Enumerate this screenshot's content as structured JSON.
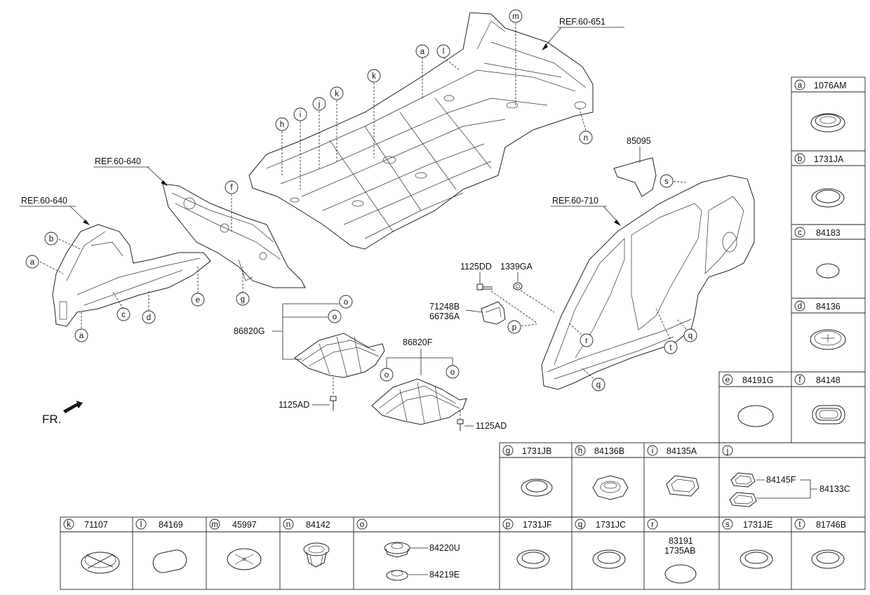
{
  "diagram": {
    "refs": [
      "REF.60-651",
      "REF.60-640",
      "REF.60-640",
      "REF.60-710"
    ],
    "orientation": "FR.",
    "callouts": [
      "a",
      "b",
      "c",
      "d",
      "e",
      "f",
      "g",
      "h",
      "i",
      "j",
      "k",
      "k",
      "l",
      "m",
      "n",
      "o",
      "o",
      "o",
      "p",
      "q",
      "q",
      "r",
      "s",
      "t"
    ],
    "part_labels": {
      "p85095": "85095",
      "p1125DD": "1125DD",
      "p1339GA": "1339GA",
      "p71248B": "71248B",
      "p66736A": "66736A",
      "p86820G": "86820G",
      "p86820F": "86820F",
      "p1125AD_a": "1125AD",
      "p1125AD_b": "1125AD"
    }
  },
  "legend": {
    "a": {
      "letter": "a",
      "part": "1076AM"
    },
    "b": {
      "letter": "b",
      "part": "1731JA"
    },
    "c": {
      "letter": "c",
      "part": "84183"
    },
    "d": {
      "letter": "d",
      "part": "84136"
    },
    "e": {
      "letter": "e",
      "part": "84191G"
    },
    "f": {
      "letter": "f",
      "part": "84148"
    },
    "g": {
      "letter": "g",
      "part": "1731JB"
    },
    "h": {
      "letter": "h",
      "part": "84136B"
    },
    "i": {
      "letter": "i",
      "part": "84135A"
    },
    "j": {
      "letter": "j",
      "part": "",
      "sub1": "84145F",
      "sub2": "84133C"
    },
    "k": {
      "letter": "k",
      "part": "71107"
    },
    "l": {
      "letter": "l",
      "part": "84169"
    },
    "m": {
      "letter": "m",
      "part": "45997"
    },
    "n": {
      "letter": "n",
      "part": "84142"
    },
    "o": {
      "letter": "o",
      "part": "",
      "sub1": "84220U",
      "sub2": "84219E"
    },
    "p": {
      "letter": "p",
      "part": "1731JF"
    },
    "q": {
      "letter": "q",
      "part": "1731JC"
    },
    "r": {
      "letter": "r",
      "part": "",
      "sub1": "83191",
      "sub2": "1735AB"
    },
    "s": {
      "letter": "s",
      "part": "1731JE"
    },
    "t": {
      "letter": "t",
      "part": "81746B"
    }
  }
}
